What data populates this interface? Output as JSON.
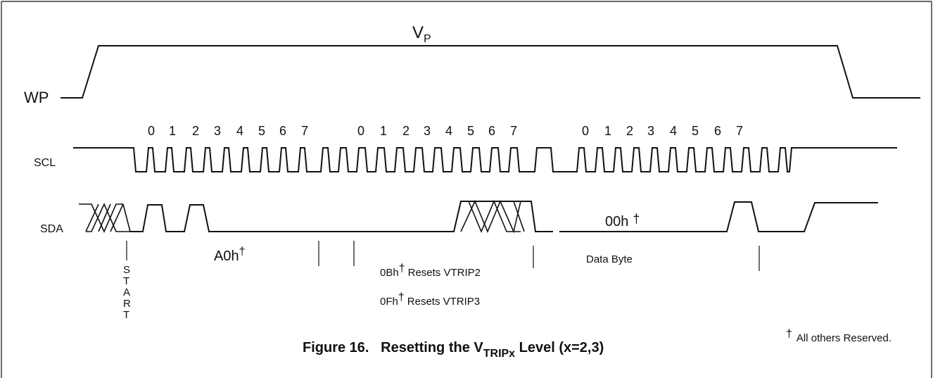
{
  "wp": {
    "label": "WP",
    "level": "V",
    "level_sub": "P"
  },
  "scl": {
    "label": "SCL",
    "bits_group1": [
      "0",
      "1",
      "2",
      "3",
      "4",
      "5",
      "6",
      "7"
    ],
    "bits_group2": [
      "0",
      "1",
      "2",
      "3",
      "4",
      "5",
      "6",
      "7"
    ],
    "bits_group3": [
      "0",
      "1",
      "2",
      "3",
      "4",
      "5",
      "6",
      "7"
    ]
  },
  "sda": {
    "label": "SDA",
    "start_letters": [
      "S",
      "T",
      "A",
      "R",
      "T"
    ],
    "byte1": "A0h",
    "byte1_mark": "†",
    "byte2_line1_value": "0Bh",
    "byte2_line1_text": "Resets VTRIP2",
    "byte2_line2_value": "0Fh",
    "byte2_line2_text": "Resets VTRIP3",
    "byte3": "00h",
    "byte3_mark": "†",
    "byte3_desc": "Data Byte",
    "dagger": "†"
  },
  "footnote": {
    "mark": "†",
    "text": "All others Reserved."
  },
  "caption": {
    "prefix": "Figure 16.   Resetting the ",
    "v": "V",
    "sub": "TRIPx",
    "suffix": " Level (x=2,3)"
  },
  "colors": {
    "ink": "#111111",
    "background": "#ffffff"
  }
}
